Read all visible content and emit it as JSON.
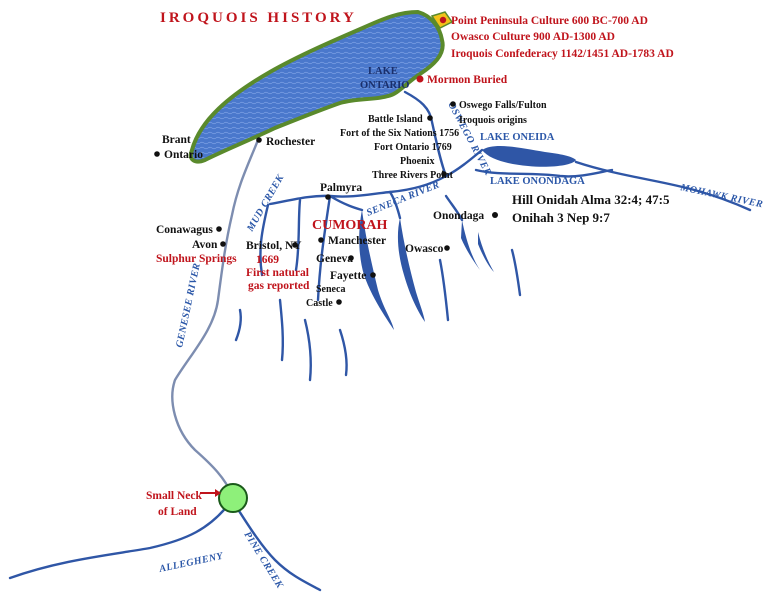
{
  "title": "IROQUOIS HISTORY",
  "lakes": {
    "ontario_line1": "LAKE",
    "ontario_line2": "ONTARIO",
    "oneida": "LAKE ONEIDA",
    "onondaga": "LAKE ONONDAGA"
  },
  "rivers": {
    "oswego": "OSWEGO RIVER",
    "mohawk": "MOHAWK RIVER",
    "seneca": "SENECA RIVER",
    "mud_creek": "MUD CREEK",
    "genesee": "GENESEE RIVER",
    "allegheny": "ALLEGHENY",
    "pine_creek": "PINE CREEK"
  },
  "history": {
    "point_peninsula": "Point Peninsula Culture 600 BC-700 AD",
    "owasco": "Owasco Culture 900 AD-1300 AD",
    "confederacy": "Iroquois Confederacy 1142/1451 AD-1783 AD",
    "mormon_buried": "Mormon Buried"
  },
  "places": {
    "oswego_falls": "Oswego Falls/Fulton",
    "iroquois_origins": "Iroquois origins",
    "battle_island": "Battle Island",
    "fort_six_nations": "Fort of the Six Nations 1756",
    "fort_ontario": "Fort Ontario 1769",
    "phoenix": "Phoenix",
    "three_rivers": "Three Rivers Point",
    "brant": "Brant",
    "ontario": "Ontario",
    "rochester": "Rochester",
    "palmyra": "Palmyra",
    "cumorah": "CUMORAH",
    "manchester": "Manchester",
    "conawagus": "Conawagus",
    "avon": "Avon",
    "sulphur_springs": "Sulphur Springs",
    "bristol": "Bristol, NY",
    "year_1669": "1669",
    "first_natural": "First natural",
    "gas_reported": "gas reported",
    "geneva": "Geneva",
    "fayette": "Fayette",
    "seneca": "Seneca",
    "castle": "Castle",
    "owasco_town": "Owasco",
    "onondaga": "Onondaga",
    "hill_onidah": "Hill Onidah Alma 32:4; 47:5",
    "onihah": "Onihah 3 Nep 9:7",
    "small_neck": "Small Neck",
    "of_land": "of Land"
  },
  "colors": {
    "lake_fill": "#4a78cc",
    "shore": "#5a8a2c",
    "river": "#2f56a6",
    "highlight": "#c0141c",
    "neck": "#8ef07a"
  }
}
